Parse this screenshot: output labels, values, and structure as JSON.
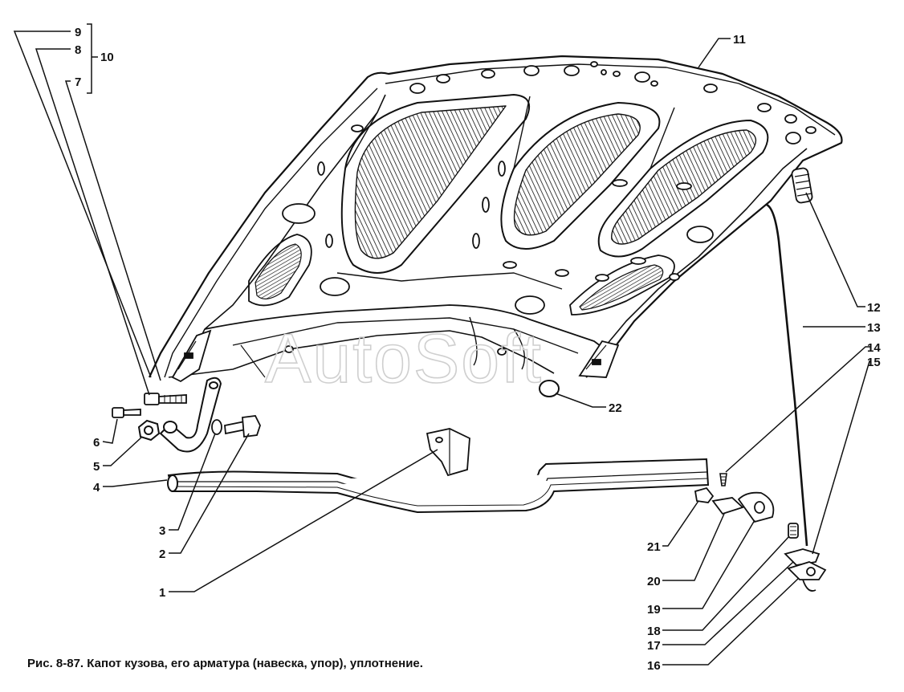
{
  "caption": "Рис. 8-87. Капот кузова, его арматура (навеска, упор), уплотнение.",
  "watermark": "AutoSoft",
  "colors": {
    "ink": "#111111",
    "paper": "#ffffff",
    "watermark": "#cfcfcf"
  },
  "callouts": [
    {
      "id": "1",
      "label": "1"
    },
    {
      "id": "2",
      "label": "2"
    },
    {
      "id": "3",
      "label": "3"
    },
    {
      "id": "4",
      "label": "4"
    },
    {
      "id": "5",
      "label": "5"
    },
    {
      "id": "6",
      "label": "6"
    },
    {
      "id": "7",
      "label": "7"
    },
    {
      "id": "8",
      "label": "8"
    },
    {
      "id": "9",
      "label": "9"
    },
    {
      "id": "10",
      "label": "10"
    },
    {
      "id": "11",
      "label": "11"
    },
    {
      "id": "12",
      "label": "12"
    },
    {
      "id": "13",
      "label": "13"
    },
    {
      "id": "14",
      "label": "14"
    },
    {
      "id": "15",
      "label": "15"
    },
    {
      "id": "16",
      "label": "16"
    },
    {
      "id": "17",
      "label": "17"
    },
    {
      "id": "18",
      "label": "18"
    },
    {
      "id": "19",
      "label": "19"
    },
    {
      "id": "20",
      "label": "20"
    },
    {
      "id": "21",
      "label": "21"
    },
    {
      "id": "22",
      "label": "22"
    }
  ]
}
